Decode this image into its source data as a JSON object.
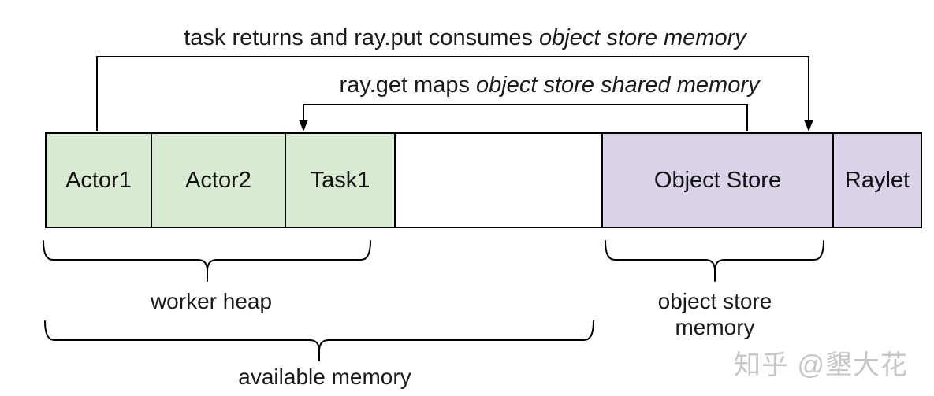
{
  "annotations": {
    "task_put_arrow": {
      "text": "task returns and ray.put consumes ",
      "emphasis": "object store memory"
    },
    "ray_get_arrow": {
      "text": "ray.get maps ",
      "emphasis": "object store shared memory"
    }
  },
  "memory_bar": {
    "segments": [
      {
        "label": "Actor1",
        "role": "worker-heap"
      },
      {
        "label": "Actor2",
        "role": "worker-heap"
      },
      {
        "label": "Task1",
        "role": "worker-heap"
      },
      {
        "label": "",
        "role": "free-memory"
      },
      {
        "label": "Object Store",
        "role": "object-store-memory"
      },
      {
        "label": "Raylet",
        "role": "object-store-memory"
      }
    ]
  },
  "braces": {
    "worker_heap": {
      "label": "worker heap"
    },
    "object_store_memory": {
      "label": "object store memory"
    },
    "available_memory": {
      "label": "available memory"
    }
  },
  "watermark": {
    "text": "知乎 @墾大花"
  },
  "colors": {
    "worker_fill": "#d9ead3",
    "object_store_fill": "#d9d2e9",
    "free_fill": "#ffffff",
    "line": "#000000",
    "watermark_text": "#c6c6c6"
  }
}
